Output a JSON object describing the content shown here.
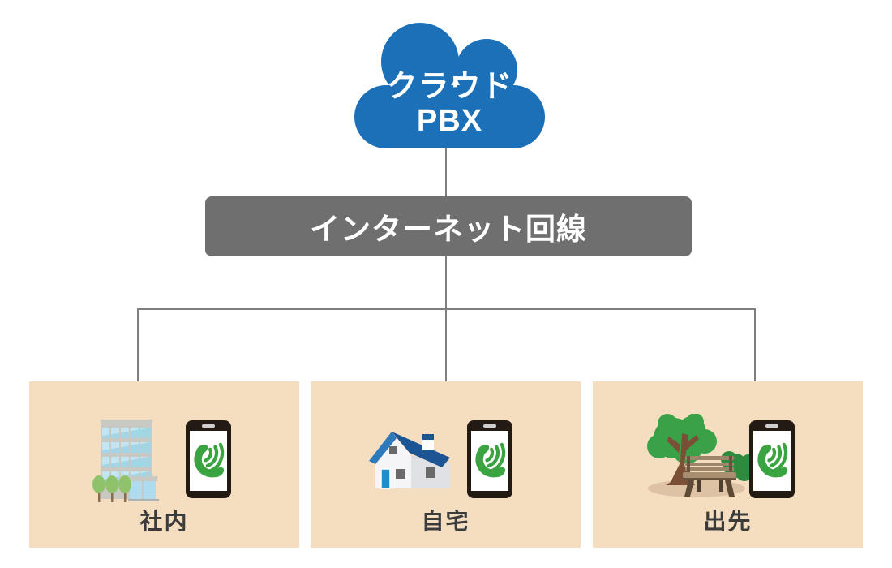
{
  "cloud": {
    "line1": "クラウド",
    "line2": "PBX"
  },
  "internet_bar": {
    "label": "インターネット回線"
  },
  "locations": [
    {
      "id": "office",
      "label": "社内",
      "scene_icon": "office-building-icon"
    },
    {
      "id": "home",
      "label": "自宅",
      "scene_icon": "house-icon"
    },
    {
      "id": "on-the-go",
      "label": "出先",
      "scene_icon": "park-tree-bench-icon"
    }
  ],
  "icons": {
    "cloud": "cloud-icon",
    "smartphone": "smartphone-icon",
    "handset": "phone-handset-with-waves-icon"
  },
  "colors": {
    "cloud_blue": "#1b70b8",
    "bar_gray": "#6f6f6f",
    "box_beige": "#f5dec0",
    "connector_gray": "#7f7f7f",
    "phone_green": "#3aa440",
    "phone_frame_dark": "#231a14",
    "label_text": "#3b3b3b",
    "background": "#ffffff"
  }
}
